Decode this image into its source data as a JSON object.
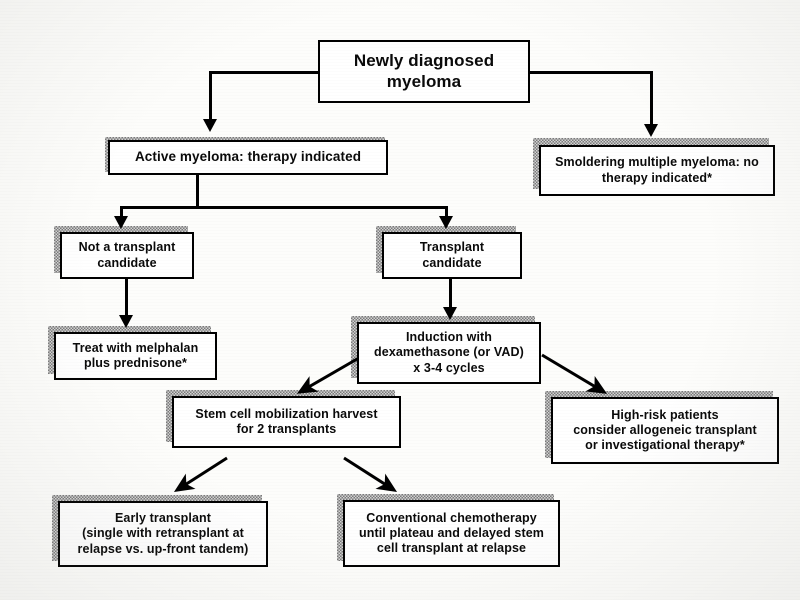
{
  "figure": {
    "type": "flowchart",
    "subject": "Management algorithm for newly diagnosed multiple myeloma",
    "orientation": "top-down",
    "footnote_marker": "*",
    "colors": {
      "box_fill": "#ffffff",
      "box_border": "#000000",
      "text": "#0a0a0a",
      "shadow": "#6f6f6f",
      "page_background": "#fdfdfb"
    }
  },
  "nodes": {
    "root": {
      "id": "newly-diagnosed-myeloma",
      "lines": [
        "Newly diagnosed",
        "myeloma"
      ],
      "text": "Newly diagnosed myeloma",
      "shadow": false,
      "level": 0
    },
    "active": {
      "id": "active-myeloma",
      "lines": [
        "Active myeloma:  therapy indicated"
      ],
      "text": "Active myeloma:  therapy indicated",
      "shadow": true,
      "level": 1
    },
    "smoldering": {
      "id": "smoldering-myeloma",
      "lines": [
        "Smoldering multiple myeloma: no",
        "therapy indicated*"
      ],
      "text": "Smoldering multiple myeloma: no therapy indicated*",
      "shadow": true,
      "level": 1
    },
    "not_transplant": {
      "id": "not-a-transplant-candidate",
      "lines": [
        "Not a transplant",
        "candidate"
      ],
      "text": "Not a transplant candidate",
      "shadow": true,
      "level": 2
    },
    "transplant": {
      "id": "transplant-candidate",
      "lines": [
        "Transplant",
        "candidate"
      ],
      "text": "Transplant candidate",
      "shadow": true,
      "level": 2
    },
    "melphalan": {
      "id": "melphalan-prednisone",
      "lines": [
        "Treat with melphalan",
        "plus prednisone*"
      ],
      "text": "Treat with melphalan plus prednisone*",
      "shadow": true,
      "level": 3
    },
    "induction": {
      "id": "induction-therapy",
      "lines": [
        "Induction with",
        "dexamethasone (or VAD)",
        "x 3-4 cycles"
      ],
      "text": "Induction with dexamethasone (or VAD) x 3-4 cycles",
      "shadow": true,
      "level": 3
    },
    "stem_cell": {
      "id": "stem-cell-mobilization",
      "lines": [
        "Stem cell mobilization harvest",
        "for 2 transplants"
      ],
      "text": "Stem cell mobilization harvest for 2 transplants",
      "shadow": true,
      "level": 4
    },
    "high_risk": {
      "id": "high-risk-patients",
      "lines": [
        "High-risk patients",
        "consider allogeneic transplant",
        "or investigational therapy*"
      ],
      "text": "High-risk patients consider allogeneic transplant or investigational therapy*",
      "shadow": true,
      "level": 4
    },
    "early_transplant": {
      "id": "early-transplant",
      "lines": [
        "Early transplant",
        "(single with retransplant at",
        "relapse  vs. up-front tandem)"
      ],
      "text": "Early transplant (single with retransplant at relapse vs. up-front tandem)",
      "shadow": true,
      "level": 5
    },
    "conventional": {
      "id": "conventional-chemotherapy",
      "lines": [
        "Conventional chemotherapy",
        "until plateau and delayed stem",
        "cell transplant at relapse"
      ],
      "text": "Conventional chemotherapy until plateau and delayed stem cell transplant at relapse",
      "shadow": true,
      "level": 5
    }
  },
  "edges": [
    {
      "from": "root",
      "to": "active",
      "style": "elbow-left",
      "arrow": "down"
    },
    {
      "from": "root",
      "to": "smoldering",
      "style": "elbow-right",
      "arrow": "down"
    },
    {
      "from": "active",
      "to": "not_transplant",
      "style": "elbow-left",
      "arrow": "down"
    },
    {
      "from": "active",
      "to": "transplant",
      "style": "elbow-right",
      "arrow": "down"
    },
    {
      "from": "not_transplant",
      "to": "melphalan",
      "style": "straight",
      "arrow": "down"
    },
    {
      "from": "transplant",
      "to": "induction",
      "style": "straight",
      "arrow": "down"
    },
    {
      "from": "induction",
      "to": "stem_cell",
      "style": "diagonal-left",
      "arrow": "down-left"
    },
    {
      "from": "induction",
      "to": "high_risk",
      "style": "diagonal-right",
      "arrow": "down-right"
    },
    {
      "from": "stem_cell",
      "to": "early_transplant",
      "style": "diagonal-left",
      "arrow": "down-left"
    },
    {
      "from": "stem_cell",
      "to": "conventional",
      "style": "diagonal-right",
      "arrow": "down-right"
    }
  ]
}
